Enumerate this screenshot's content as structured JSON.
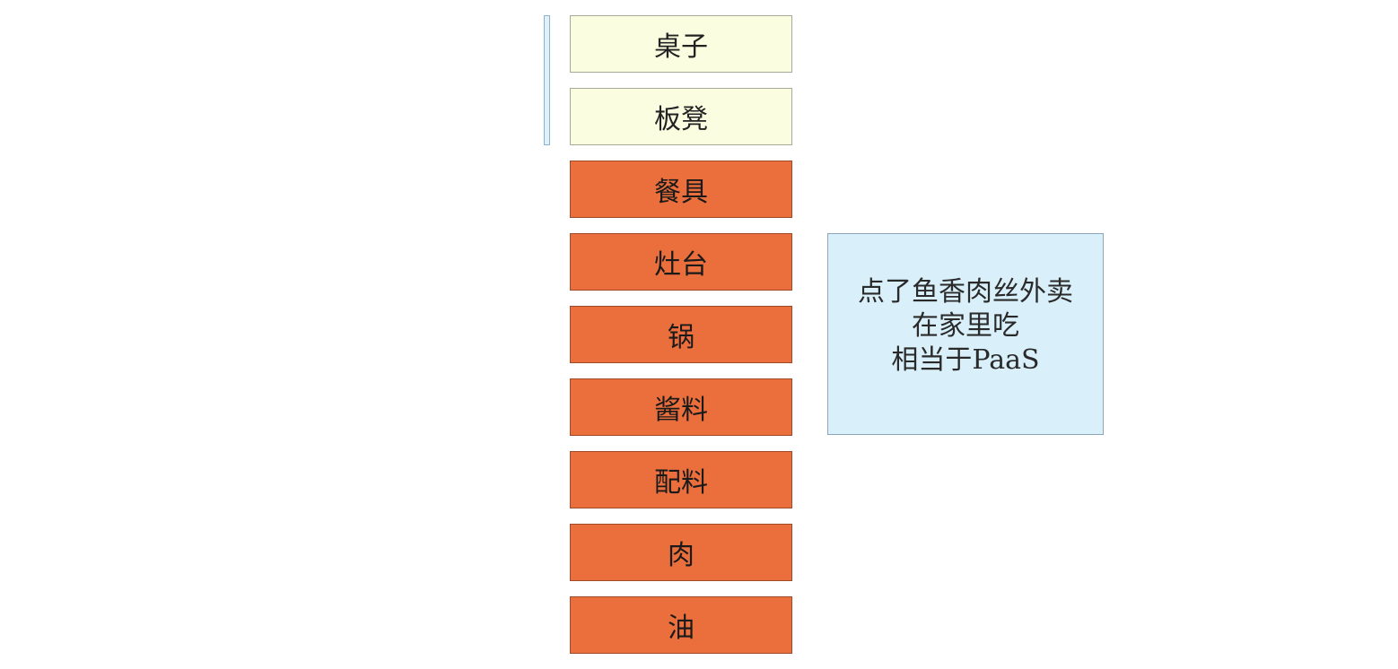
{
  "diagram": {
    "layers": [
      {
        "label": "桌子",
        "style": "light"
      },
      {
        "label": "板凳",
        "style": "light"
      },
      {
        "label": "餐具",
        "style": "orange"
      },
      {
        "label": "灶台",
        "style": "orange"
      },
      {
        "label": "锅",
        "style": "orange"
      },
      {
        "label": "酱料",
        "style": "orange"
      },
      {
        "label": "配料",
        "style": "orange"
      },
      {
        "label": "肉",
        "style": "orange"
      },
      {
        "label": "油",
        "style": "orange"
      }
    ],
    "note": {
      "lines": [
        "点了鱼香肉丝外卖",
        "在家里吃",
        "相当于PaaS"
      ]
    },
    "colors": {
      "user_managed_fill": "#fbfde0",
      "provider_managed_fill": "#ea6f3c",
      "note_fill": "#d9f0fb",
      "bracket_fill": "#dff1fa"
    }
  }
}
